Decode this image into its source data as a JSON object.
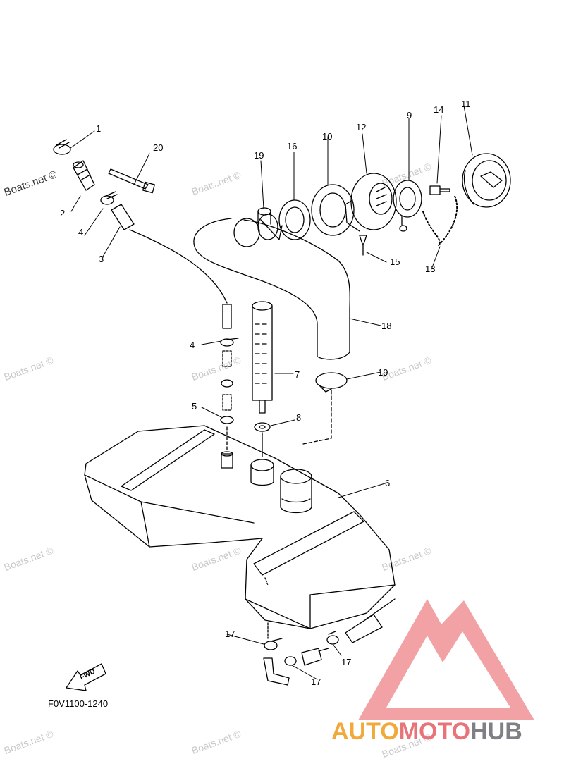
{
  "diagram": {
    "part_code": "F0V1100-1240",
    "fwd_label": "FWD",
    "callouts": [
      {
        "id": "c1",
        "text": "1"
      },
      {
        "id": "c2",
        "text": "2"
      },
      {
        "id": "c3",
        "text": "3"
      },
      {
        "id": "c4a",
        "text": "4"
      },
      {
        "id": "c4b",
        "text": "4"
      },
      {
        "id": "c5",
        "text": "5"
      },
      {
        "id": "c6",
        "text": "6"
      },
      {
        "id": "c7",
        "text": "7"
      },
      {
        "id": "c8",
        "text": "8"
      },
      {
        "id": "c9",
        "text": "9"
      },
      {
        "id": "c10",
        "text": "10"
      },
      {
        "id": "c11",
        "text": "11"
      },
      {
        "id": "c12",
        "text": "12"
      },
      {
        "id": "c13",
        "text": "13"
      },
      {
        "id": "c14",
        "text": "14"
      },
      {
        "id": "c15",
        "text": "15"
      },
      {
        "id": "c16",
        "text": "16"
      },
      {
        "id": "c17a",
        "text": "17"
      },
      {
        "id": "c17b",
        "text": "17"
      },
      {
        "id": "c17c",
        "text": "17"
      },
      {
        "id": "c18",
        "text": "18"
      },
      {
        "id": "c19a",
        "text": "19"
      },
      {
        "id": "c19b",
        "text": "19"
      },
      {
        "id": "c20",
        "text": "20"
      }
    ]
  },
  "watermark": {
    "text": "Boats.net ©"
  },
  "brand": {
    "auto": "AUTO",
    "moto": "MOTO",
    "hub": "HUB",
    "colors": {
      "auto": "#f2a93b",
      "moto": "#e8747a",
      "hub": "#7f7f86",
      "logo": "#ef8a8f"
    }
  }
}
